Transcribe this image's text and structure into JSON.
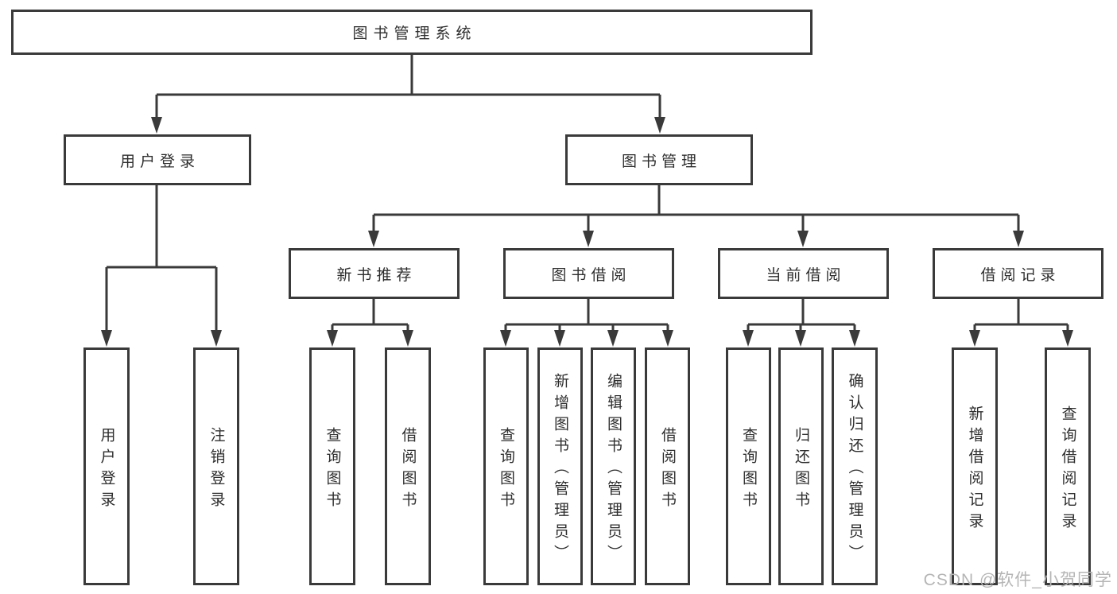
{
  "diagram": {
    "root": {
      "label": "图书管理系统"
    },
    "level2": {
      "user_login": {
        "label": "用户登录"
      },
      "book_mgmt": {
        "label": "图书管理"
      }
    },
    "level3": {
      "new_book_rec": {
        "label": "新书推荐"
      },
      "book_borrow": {
        "label": "图书借阅"
      },
      "current_borrow": {
        "label": "当前借阅"
      },
      "borrow_record": {
        "label": "借阅记录"
      }
    },
    "leaves": {
      "user_login_leaf": {
        "label": "用户登录"
      },
      "logout_leaf": {
        "label": "注销登录"
      },
      "rec_query_book": {
        "label": "查询图书"
      },
      "rec_borrow_book": {
        "label": "借阅图书"
      },
      "bb_query_book": {
        "label": "查询图书"
      },
      "bb_add_book": {
        "label": "新增图书（管理员）"
      },
      "bb_edit_book": {
        "label": "编辑图书（管理员）"
      },
      "bb_borrow_book": {
        "label": "借阅图书"
      },
      "cb_query_book": {
        "label": "查询图书"
      },
      "cb_return_book": {
        "label": "归还图书"
      },
      "cb_confirm_return": {
        "label": "确认归还（管理员）"
      },
      "br_add_record": {
        "label": "新增借阅记录"
      },
      "br_query_record": {
        "label": "查询借阅记录"
      }
    }
  },
  "watermark": {
    "text": "CSDN @软件_小贺同学"
  },
  "colors": {
    "line": "#3a3a3a",
    "text": "#2e2e2e",
    "watermark": "#b5b5b5",
    "background": "#ffffff"
  }
}
